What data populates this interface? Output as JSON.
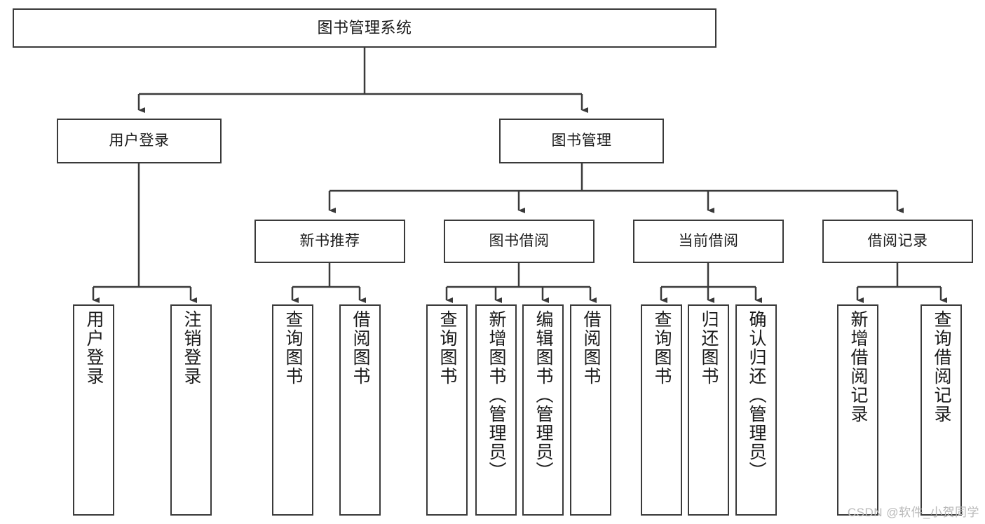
{
  "diagram": {
    "type": "tree-hierarchy",
    "title": "图书管理系统",
    "colors": {
      "stroke": "#3a3a3a",
      "box_fill": "#ffffff",
      "text": "#1a1a1a",
      "watermark": "#b9b9b9",
      "background": "#ffffff"
    },
    "nodes": {
      "root": {
        "label": "图书管理系统",
        "orientation": "horizontal"
      },
      "level2": [
        {
          "id": "user-login",
          "label": "用户登录",
          "orientation": "horizontal"
        },
        {
          "id": "book-manage",
          "label": "图书管理",
          "orientation": "horizontal"
        }
      ],
      "level3": [
        {
          "id": "new-book-recommend",
          "label": "新书推荐",
          "orientation": "horizontal"
        },
        {
          "id": "book-borrow",
          "label": "图书借阅",
          "orientation": "horizontal"
        },
        {
          "id": "current-borrow",
          "label": "当前借阅",
          "orientation": "horizontal"
        },
        {
          "id": "borrow-record",
          "label": "借阅记录",
          "orientation": "horizontal"
        }
      ],
      "leaves": [
        {
          "id": "leaf-user-login",
          "label": "用户登录",
          "parent": "user-login",
          "orientation": "vertical"
        },
        {
          "id": "leaf-user-logout",
          "label": "注销登录",
          "parent": "user-login",
          "orientation": "vertical"
        },
        {
          "id": "leaf-query-book-1",
          "label": "查询图书",
          "parent": "new-book-recommend",
          "orientation": "vertical"
        },
        {
          "id": "leaf-borrow-book-1",
          "label": "借阅图书",
          "parent": "new-book-recommend",
          "orientation": "vertical"
        },
        {
          "id": "leaf-query-book-2",
          "label": "查询图书",
          "parent": "book-borrow",
          "orientation": "vertical"
        },
        {
          "id": "leaf-add-book",
          "label": "新增图书（管理员）",
          "parent": "book-borrow",
          "orientation": "vertical"
        },
        {
          "id": "leaf-edit-book",
          "label": "编辑图书（管理员）",
          "parent": "book-borrow",
          "orientation": "vertical"
        },
        {
          "id": "leaf-borrow-book-2",
          "label": "借阅图书",
          "parent": "book-borrow",
          "orientation": "vertical"
        },
        {
          "id": "leaf-query-book-3",
          "label": "查询图书",
          "parent": "current-borrow",
          "orientation": "vertical"
        },
        {
          "id": "leaf-return-book",
          "label": "归还图书",
          "parent": "current-borrow",
          "orientation": "vertical"
        },
        {
          "id": "leaf-confirm-return",
          "label": "确认归还（管理员）",
          "parent": "current-borrow",
          "orientation": "vertical"
        },
        {
          "id": "leaf-add-record",
          "label": "新增借阅记录",
          "parent": "borrow-record",
          "orientation": "vertical"
        },
        {
          "id": "leaf-query-record",
          "label": "查询借阅记录",
          "parent": "borrow-record",
          "orientation": "vertical"
        }
      ]
    },
    "watermark": "CSDN @软件_小贺同学"
  }
}
